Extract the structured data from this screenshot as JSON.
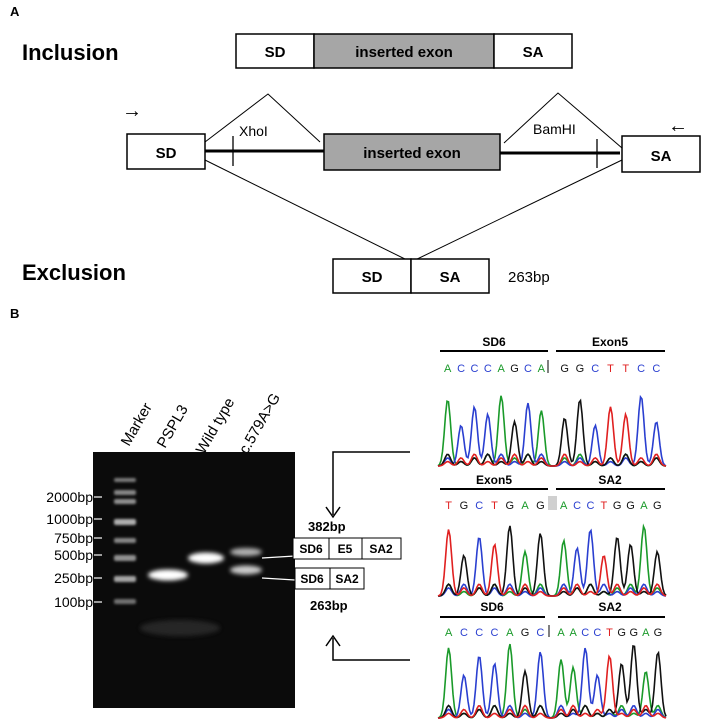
{
  "panel_a": {
    "label": "A",
    "inclusion_label": "Inclusion",
    "exclusion_label": "Exclusion",
    "inclusion_product": {
      "sd": "SD",
      "exon": "inserted exon",
      "sa": "SA"
    },
    "vector": {
      "sd": "SD",
      "exon": "inserted exon",
      "sa": "SA",
      "site_left": "XhoI",
      "site_right": "BamHI"
    },
    "exclusion_product": {
      "sd": "SD",
      "sa": "SA",
      "size": "263bp"
    },
    "primer_forward": "→",
    "primer_reverse": "←"
  },
  "panel_b": {
    "label": "B",
    "gel": {
      "lane_labels": [
        "Marker",
        "PSPL3",
        "Wild type",
        "c.579A>G"
      ],
      "ladder": [
        "2000bp",
        "1000bp",
        "750bp",
        "500bp",
        "250bp",
        "100bp"
      ]
    },
    "products": {
      "upper_size": "382bp",
      "upper_parts": [
        "SD6",
        "E5",
        "SA2"
      ],
      "lower_parts": [
        "SD6",
        "SA2"
      ],
      "lower_size": "263bp"
    },
    "chromatograms": [
      {
        "label_left": "SD6",
        "label_right": "Exon5",
        "left_bases": [
          "A",
          "C",
          "C",
          "C",
          "A",
          "G",
          "C",
          "A"
        ],
        "right_bases": [
          "G",
          "G",
          "C",
          "T",
          "T",
          "C",
          "C"
        ]
      },
      {
        "label_left": "Exon5",
        "label_right": "SA2",
        "left_bases": [
          "T",
          "G",
          "C",
          "T",
          "G",
          "A",
          "G"
        ],
        "right_bases": [
          "A",
          "C",
          "C",
          "T",
          "G",
          "G",
          "A",
          "G"
        ]
      },
      {
        "label_left": "SD6",
        "label_right": "SA2",
        "left_bases": [
          "A",
          "C",
          "C",
          "C",
          "A",
          "G",
          "C"
        ],
        "right_bases": [
          "A",
          "A",
          "C",
          "C",
          "T",
          "G",
          "G",
          "A",
          "G"
        ]
      }
    ],
    "base_colors": {
      "A": "#1a9a2a",
      "C": "#2a3fd0",
      "G": "#111111",
      "T": "#e02020"
    }
  }
}
